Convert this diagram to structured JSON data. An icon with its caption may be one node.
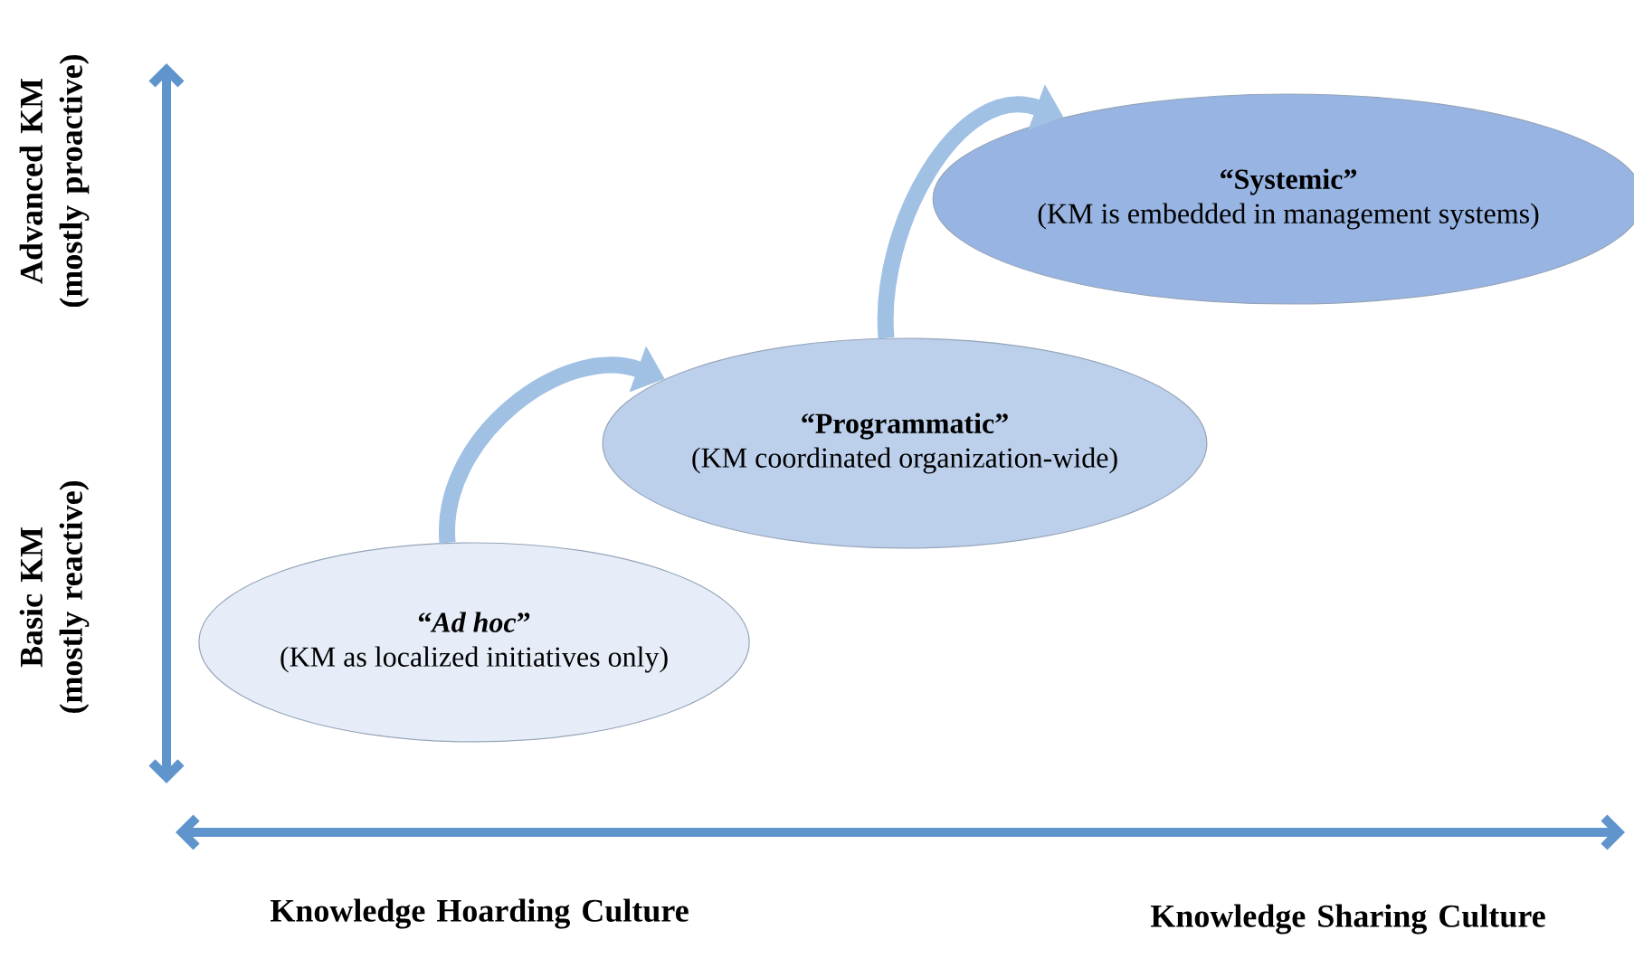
{
  "diagram": {
    "nodes": [
      {
        "text": [
          "“*Ad hoc*”",
          "(KM as localized initiatives only)"
        ]
      },
      {
        "text": [
          "“Programmatic”",
          "(KM coordinated organization-wide)"
        ]
      },
      {
        "text": [
          "“Systemic”",
          "(KM is embedded in management systems)"
        ]
      }
    ],
    "edges": [
      {
        "from": 0,
        "to": 1,
        "arrow": "to"
      },
      {
        "from": 1,
        "to": 2,
        "arrow": "to"
      }
    ],
    "labels": [
      "Advanced KM (mostly proactive)",
      "Basic KM (mostly reactive)",
      "Knowledge Hoarding Culture",
      "Knowledge Sharing Culture"
    ]
  }
}
